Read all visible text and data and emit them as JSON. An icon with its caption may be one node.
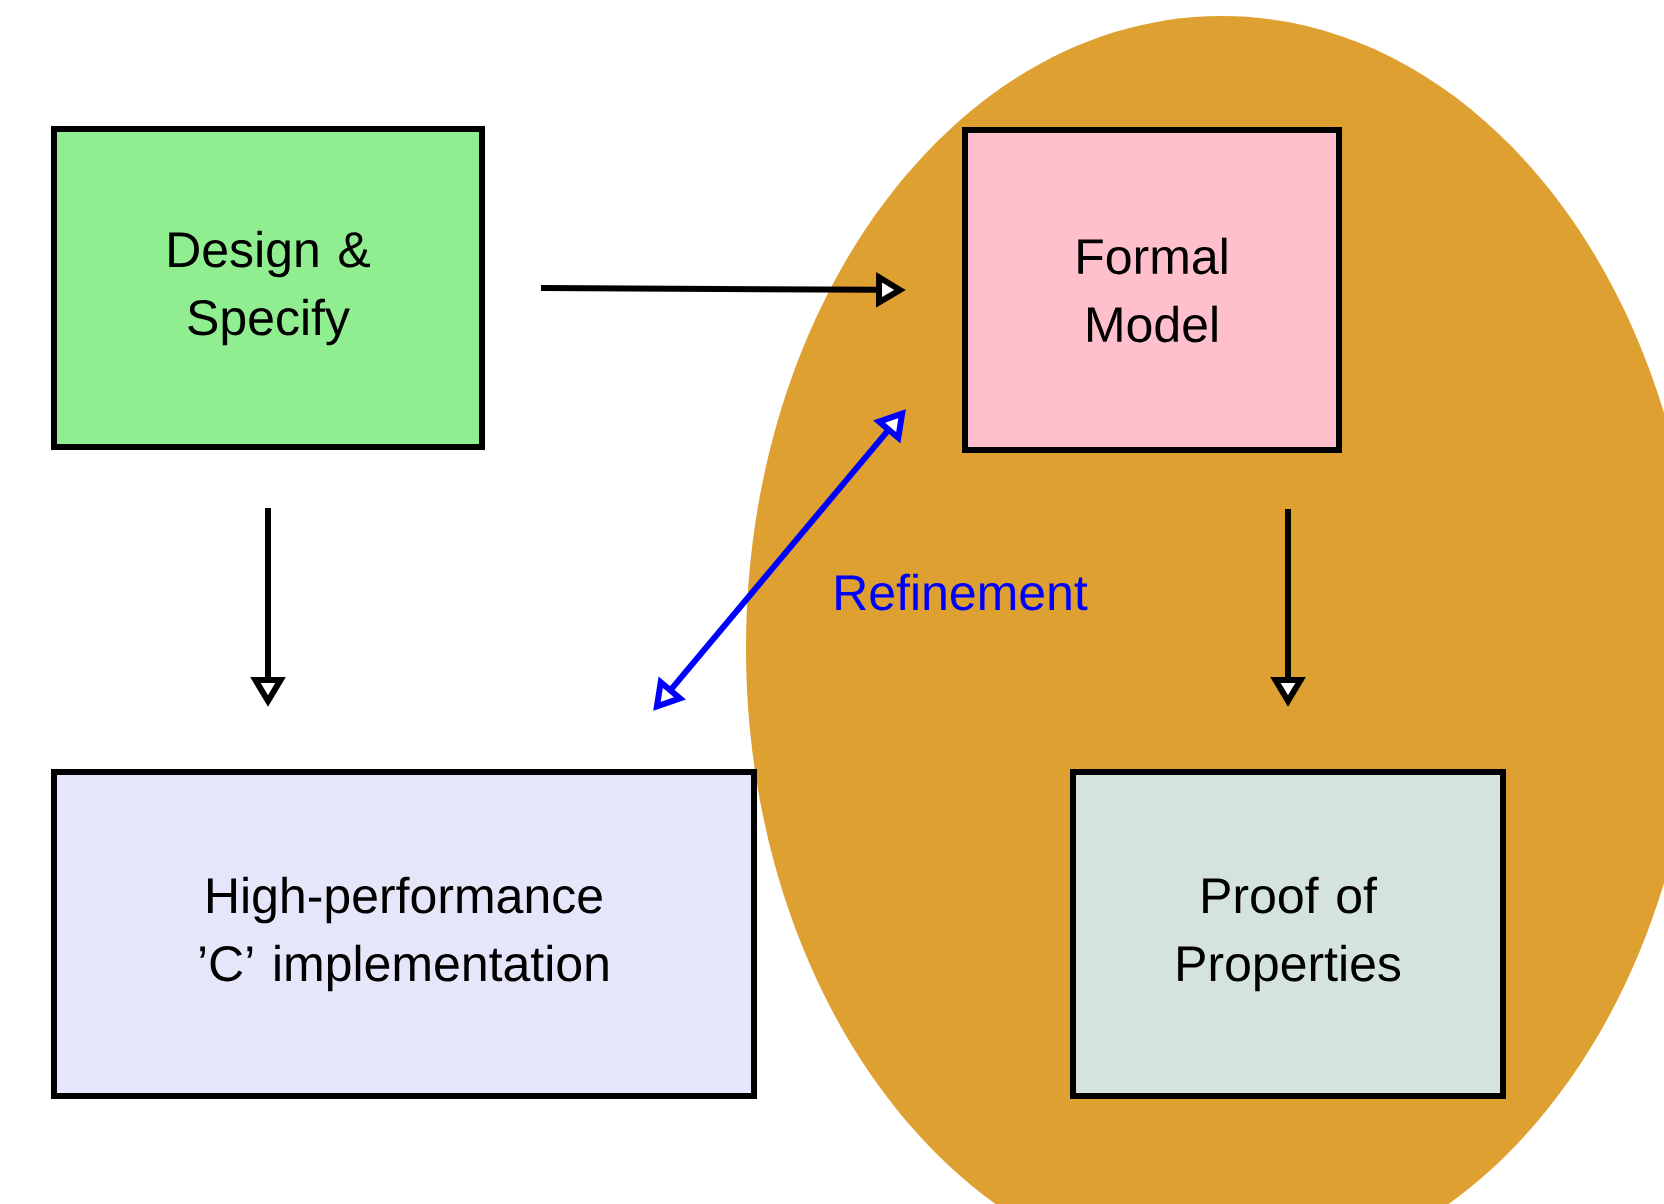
{
  "diagram": {
    "nodes": [
      {
        "text": [
          "Design & Specify"
        ]
      },
      {
        "text": [
          "Formal Model"
        ]
      },
      {
        "text": [
          "High-performance ’C’ implementation"
        ]
      },
      {
        "text": [
          "Proof of Properties"
        ]
      }
    ],
    "edges": [
      {
        "from": 0,
        "to": 1,
        "arrow": "to"
      },
      {
        "from": 0,
        "to": 2,
        "arrow": "to"
      },
      {
        "from": 1,
        "to": 3,
        "arrow": "to"
      },
      {
        "from": 2,
        "to": 1,
        "arrow": "both",
        "label": "Refinement",
        "color": "#0000ff"
      }
    ]
  }
}
